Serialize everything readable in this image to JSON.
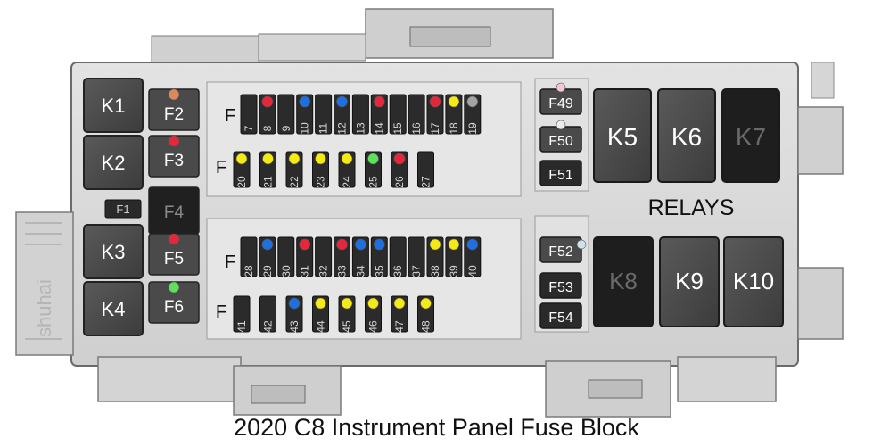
{
  "caption": "2020 C8 Instrument Panel Fuse Block",
  "relays_label": "RELAYS",
  "embossed_text": "shuhai",
  "row_marker": "F",
  "colors": {
    "red": "#e8263a",
    "blue": "#1f6fe0",
    "yellow": "#f6ea14",
    "green": "#5ee05a",
    "gray": "#a4a4a4",
    "pink": "#f4c6cf",
    "white": "#ececec",
    "orange": "#d9895d",
    "lightblue": "#cfe1ea"
  },
  "left_relays": [
    "K1",
    "K2",
    "K3",
    "K4"
  ],
  "left_fuses": [
    {
      "label": "F2",
      "dot": "orange"
    },
    {
      "label": "F3",
      "dot": "red"
    },
    {
      "label": "F4",
      "dot": null
    },
    {
      "label": "F5",
      "dot": "red"
    },
    {
      "label": "F6",
      "dot": "green"
    }
  ],
  "f1_label": "F1",
  "mini_rows": [
    [
      {
        "n": "7",
        "dot": null
      },
      {
        "n": "8",
        "dot": "red"
      },
      {
        "n": "9",
        "dot": null
      },
      {
        "n": "10",
        "dot": "blue"
      },
      {
        "n": "11",
        "dot": null
      },
      {
        "n": "12",
        "dot": "blue"
      },
      {
        "n": "13",
        "dot": null
      },
      {
        "n": "14",
        "dot": "red"
      },
      {
        "n": "15",
        "dot": null
      },
      {
        "n": "16",
        "dot": null
      },
      {
        "n": "17",
        "dot": "red"
      },
      {
        "n": "18",
        "dot": "yellow"
      },
      {
        "n": "19",
        "dot": "gray"
      }
    ],
    [
      {
        "n": "20",
        "dot": "yellow"
      },
      {
        "n": "21",
        "dot": "yellow"
      },
      {
        "n": "22",
        "dot": "yellow"
      },
      {
        "n": "23",
        "dot": "yellow"
      },
      {
        "n": "24",
        "dot": "yellow"
      },
      {
        "n": "25",
        "dot": "green"
      },
      {
        "n": "26",
        "dot": "red"
      },
      {
        "n": "27",
        "dot": null
      }
    ],
    [
      {
        "n": "28",
        "dot": null
      },
      {
        "n": "29",
        "dot": "blue"
      },
      {
        "n": "30",
        "dot": null
      },
      {
        "n": "31",
        "dot": "red"
      },
      {
        "n": "32",
        "dot": null
      },
      {
        "n": "33",
        "dot": "red"
      },
      {
        "n": "34",
        "dot": "blue"
      },
      {
        "n": "35",
        "dot": "blue"
      },
      {
        "n": "36",
        "dot": null
      },
      {
        "n": "37",
        "dot": null
      },
      {
        "n": "38",
        "dot": "yellow"
      },
      {
        "n": "39",
        "dot": "yellow"
      },
      {
        "n": "40",
        "dot": "blue"
      }
    ],
    [
      {
        "n": "41",
        "dot": null
      },
      {
        "n": "42",
        "dot": null
      },
      {
        "n": "43",
        "dot": "blue"
      },
      {
        "n": "44",
        "dot": "yellow"
      },
      {
        "n": "45",
        "dot": "yellow"
      },
      {
        "n": "46",
        "dot": "yellow"
      },
      {
        "n": "47",
        "dot": "yellow"
      },
      {
        "n": "48",
        "dot": "yellow"
      }
    ]
  ],
  "right_top_fuses": [
    {
      "label": "F49",
      "dot": "pink"
    },
    {
      "label": "F50",
      "dot": "white"
    },
    {
      "label": "F51",
      "dot": null
    }
  ],
  "right_bottom_fuses": [
    {
      "label": "F52",
      "dot": "lightblue"
    },
    {
      "label": "F53",
      "dot": null
    },
    {
      "label": "F54",
      "dot": null
    }
  ],
  "top_relays": [
    "K5",
    "K6",
    "K7"
  ],
  "bottom_relays": [
    "K8",
    "K9",
    "K10"
  ]
}
